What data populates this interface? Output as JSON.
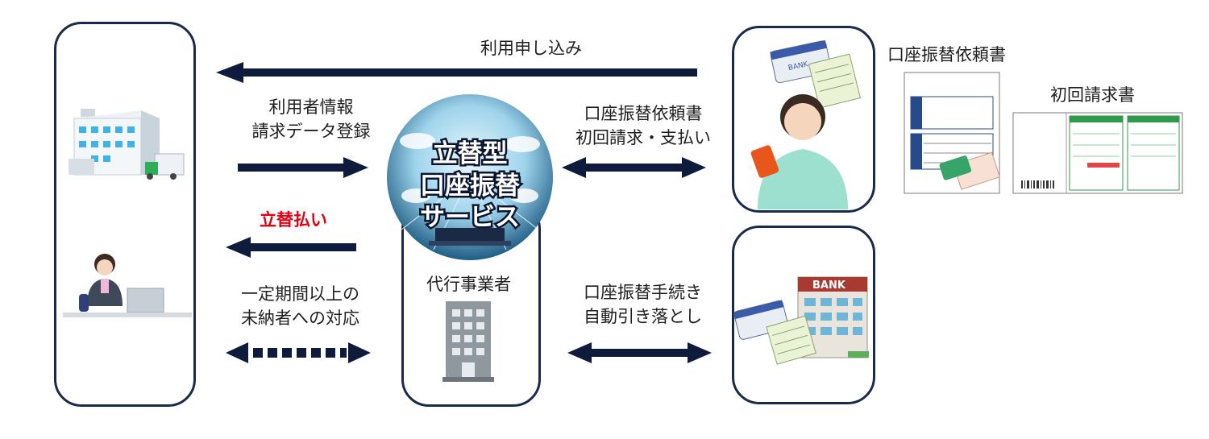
{
  "arrows": {
    "top": "利用申し込み",
    "user_info_1": "利用者情報",
    "user_info_2": "請求データ登録",
    "advance_payment": "立替払い",
    "overdue_1": "一定期間以上の",
    "overdue_2": "未納者への対応",
    "transfer_form_1": "口座振替依頼書",
    "transfer_form_2": "初回請求・支払い",
    "procedure_1": "口座振替手続き",
    "procedure_2": "自動引き落とし"
  },
  "service": {
    "title_1": "立替型",
    "title_2": "口座振替",
    "title_3": "サービス",
    "agent_label": "代行事業者"
  },
  "documents": {
    "transfer_form": "口座振替依頼書",
    "first_invoice": "初回請求書"
  },
  "bank": {
    "sign": "BANK",
    "card_text": "BANK"
  },
  "colors": {
    "arrow": "#0f1b3d",
    "accent_red": "#e60012",
    "border": "#1a2a4a"
  }
}
